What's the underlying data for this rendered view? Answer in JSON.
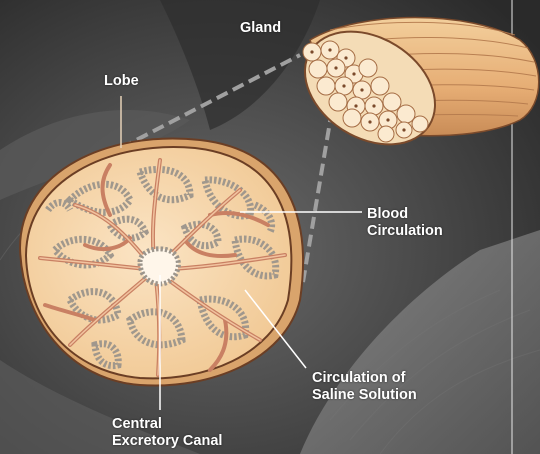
{
  "labels": {
    "gland": "Gland",
    "lobe": "Lobe",
    "blood_circulation": [
      "Blood",
      "Circulation"
    ],
    "saline_circulation": [
      "Circulation of",
      "Saline Solution"
    ],
    "central_canal": [
      "Central",
      "Excretory Canal"
    ]
  },
  "colors": {
    "background_rock": "#4a4a4a",
    "lobe_fill": "#f6d2a6",
    "lobe_edge": "#6b3e24",
    "blood_vessel": "#c98063",
    "saline_tubule": "#b9b2a8",
    "gland_fill": "#eab780",
    "dashed_leader": "#9a9a9a",
    "label_text": "#ffffff"
  }
}
